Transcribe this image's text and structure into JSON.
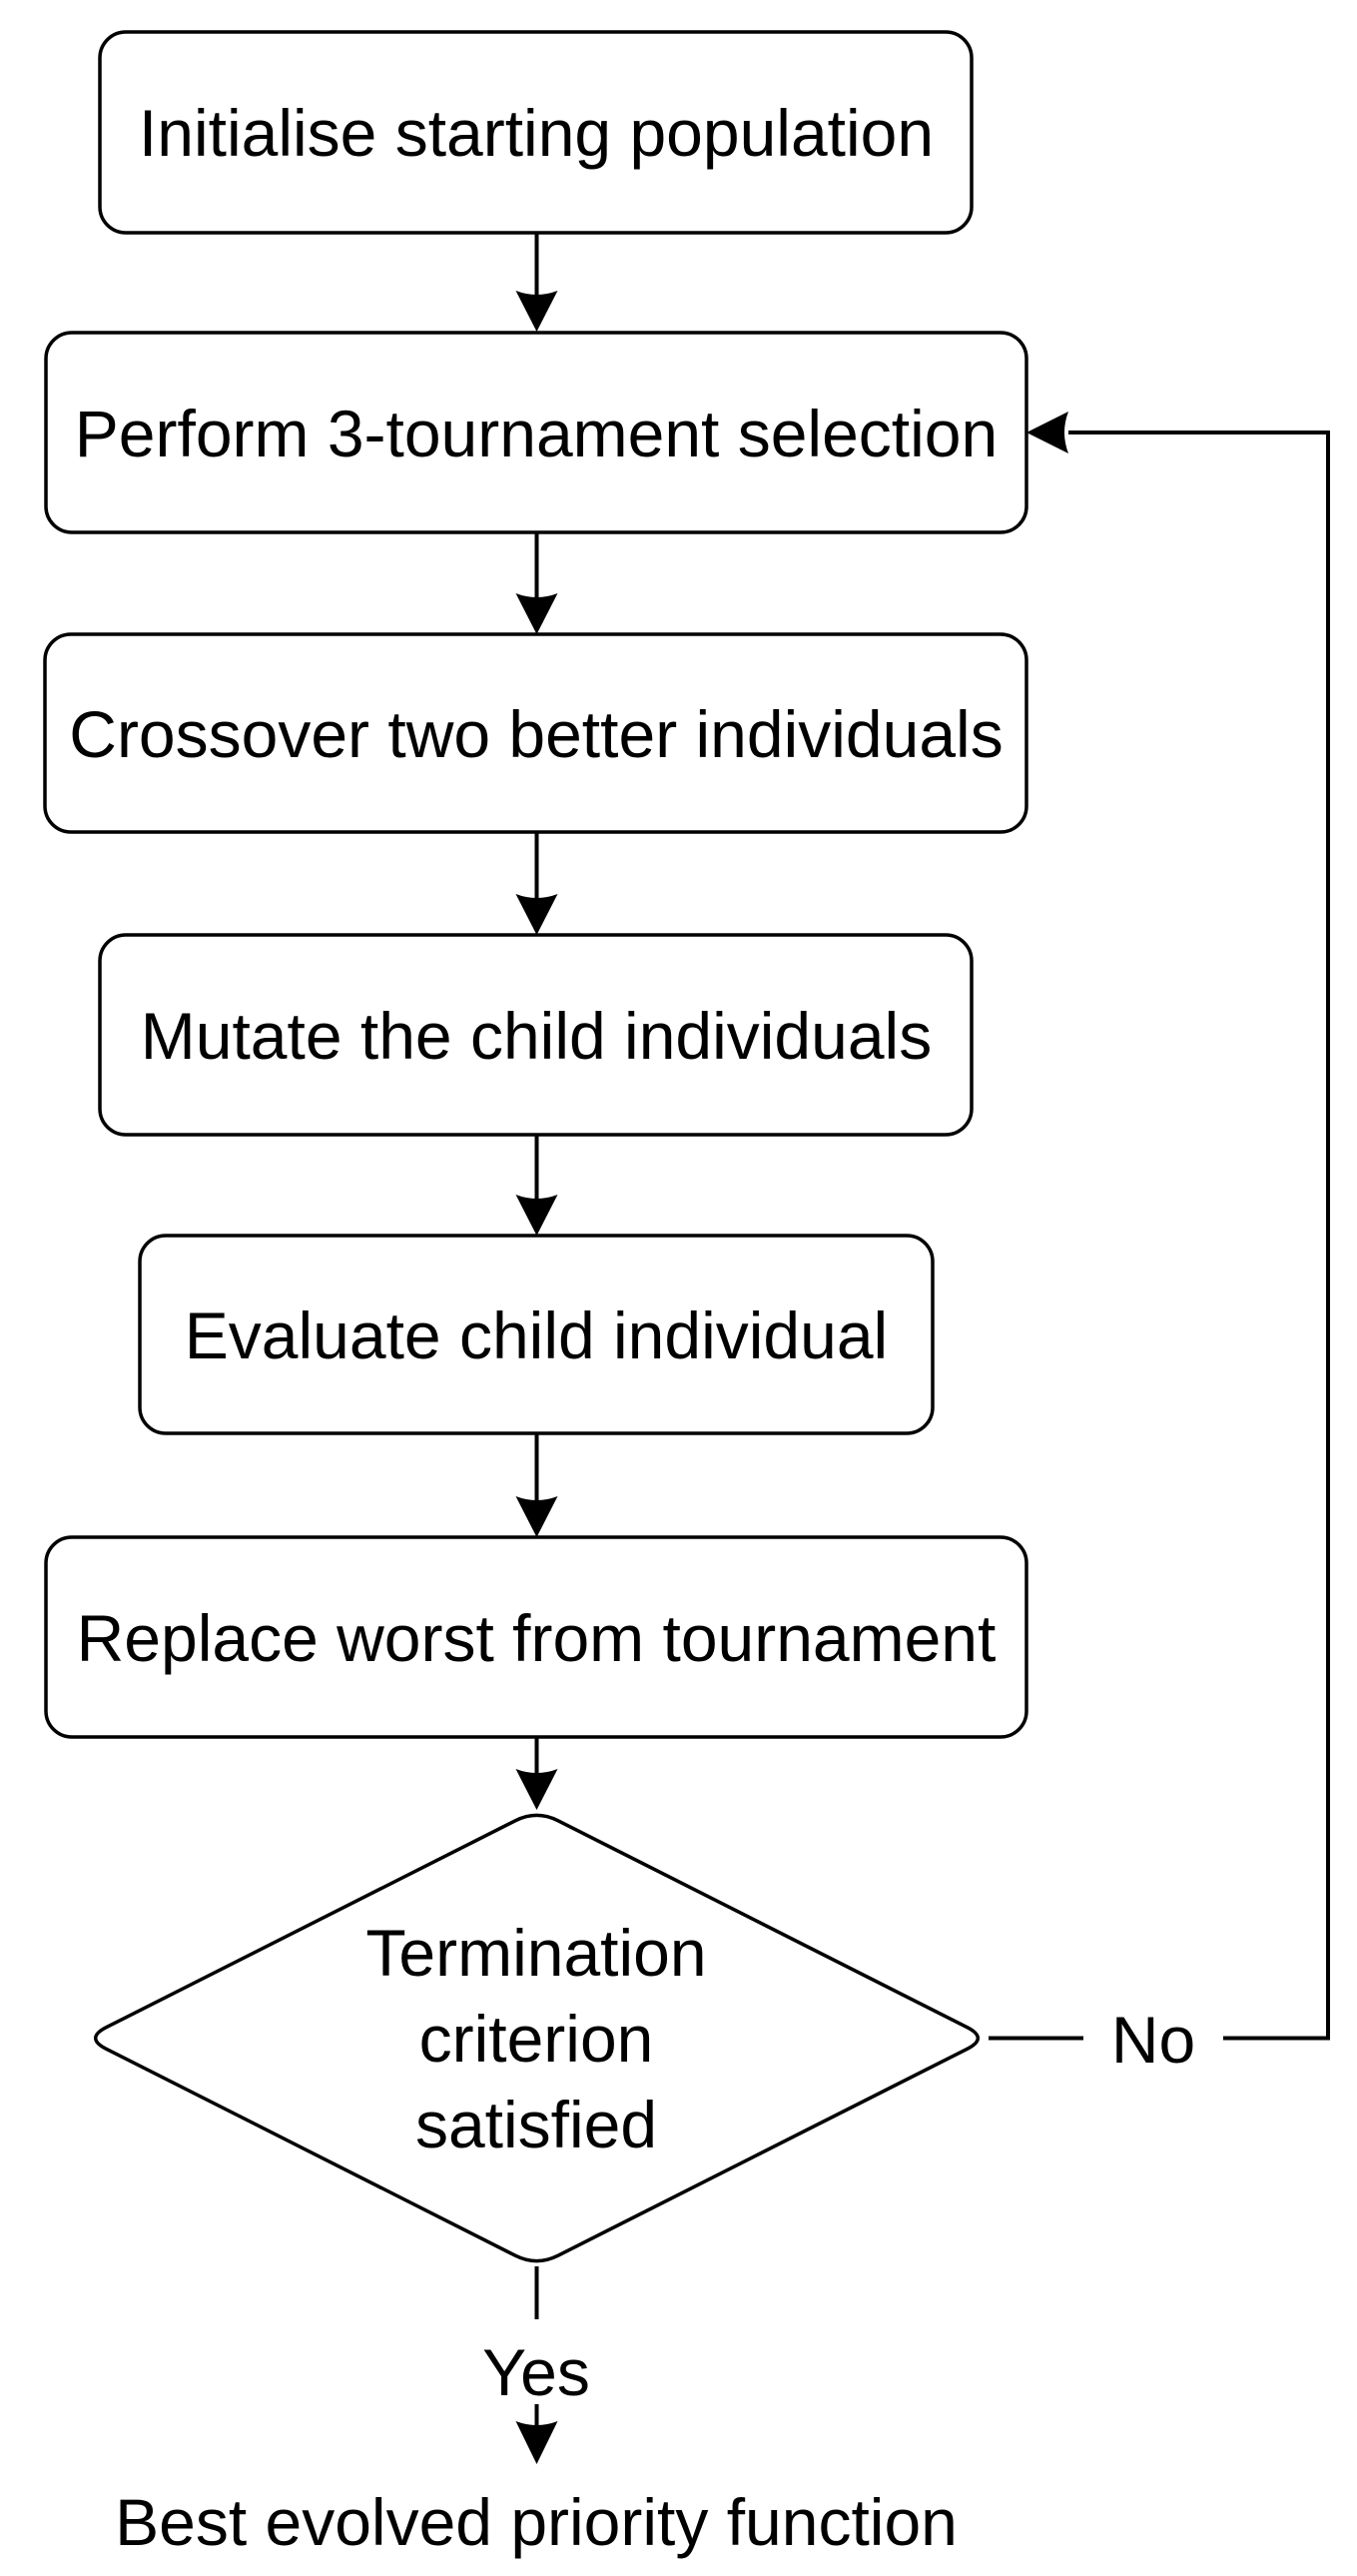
{
  "figure": {
    "type": "flowchart",
    "background": "#ffffff",
    "line_color": "#000000",
    "node_fill": "#ffffff",
    "text_color": "#000000",
    "nodes": [
      {
        "id": "init",
        "shape": "rounded-rect",
        "label": "Initialise starting population"
      },
      {
        "id": "selection",
        "shape": "rounded-rect",
        "label": "Perform 3-tournament selection"
      },
      {
        "id": "crossover",
        "shape": "rounded-rect",
        "label": "Crossover two better individuals"
      },
      {
        "id": "mutate",
        "shape": "rounded-rect",
        "label": "Mutate the child individuals"
      },
      {
        "id": "evaluate",
        "shape": "rounded-rect",
        "label": "Evaluate child individual"
      },
      {
        "id": "replace",
        "shape": "rounded-rect",
        "label": "Replace worst from tournament"
      },
      {
        "id": "termination",
        "shape": "diamond",
        "label": "Termination criterion satisfied",
        "lines": [
          "Termination",
          "criterion",
          "satisfied"
        ]
      },
      {
        "id": "output",
        "shape": "plain-text",
        "label": "Best evolved priority function"
      }
    ],
    "edges": [
      {
        "from": "init",
        "to": "selection",
        "label": ""
      },
      {
        "from": "selection",
        "to": "crossover",
        "label": ""
      },
      {
        "from": "crossover",
        "to": "mutate",
        "label": ""
      },
      {
        "from": "mutate",
        "to": "evaluate",
        "label": ""
      },
      {
        "from": "evaluate",
        "to": "replace",
        "label": ""
      },
      {
        "from": "replace",
        "to": "termination",
        "label": ""
      },
      {
        "from": "termination",
        "to": "selection",
        "label": "No"
      },
      {
        "from": "termination",
        "to": "output",
        "label": "Yes"
      }
    ]
  }
}
